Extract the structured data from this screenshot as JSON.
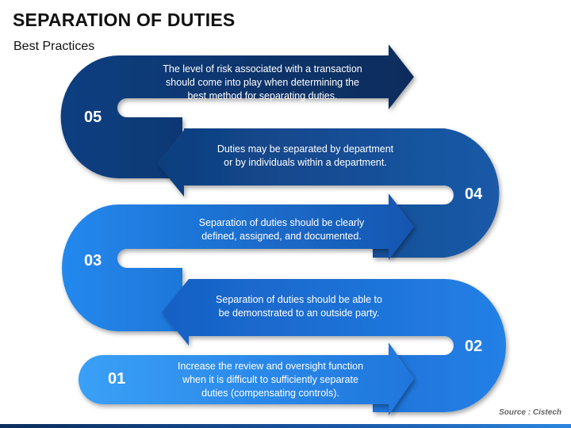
{
  "header": {
    "title": "SEPARATION OF DUTIES",
    "subtitle": "Best Practices"
  },
  "steps": [
    {
      "number": "01",
      "text": "Increase the review and oversight function\nwhen it is difficult to sufficiently separate\nduties (compensating controls)."
    },
    {
      "number": "02",
      "text": "Separation of duties should be able to\nbe demonstrated to an outside party."
    },
    {
      "number": "03",
      "text": "Separation of duties should be clearly\ndefined, assigned, and documented."
    },
    {
      "number": "04",
      "text": "Duties may be separated by department\nor by individuals within a department."
    },
    {
      "number": "05",
      "text": "The level of risk associated with a transaction\nshould come into play when determining the\nbest method for separating duties."
    }
  ],
  "source": "Source : Cistech",
  "colors": {
    "step_01": "#2a8cee",
    "step_02": "#1f6fd2",
    "step_03": "#1a5fbd",
    "step_04": "#124a92",
    "step_05": "#0c3670"
  }
}
